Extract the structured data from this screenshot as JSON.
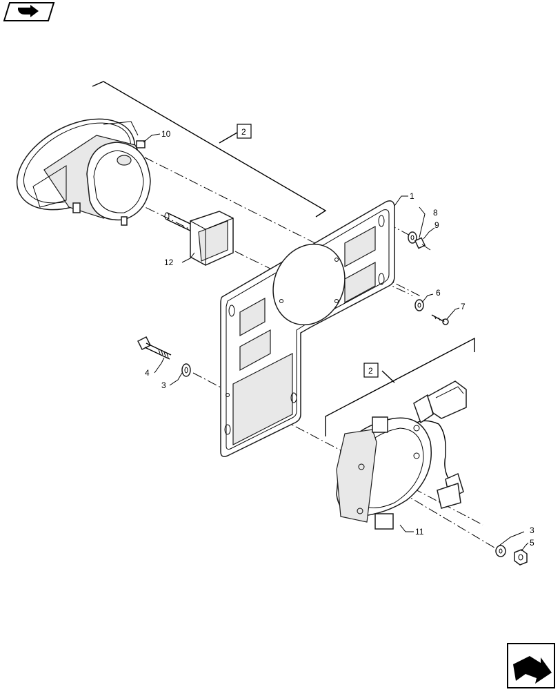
{
  "callouts": {
    "c1": "1",
    "c2_top": "2",
    "c2_bottom": "2",
    "c3_left": "3",
    "c3_right": "3",
    "c4": "4",
    "c5": "5",
    "c6": "6",
    "c7": "7",
    "c8": "8",
    "c9": "9",
    "c10": "10",
    "c11": "11",
    "c12": "12"
  },
  "icons": {
    "top_left": "book-arrow-icon",
    "bottom_right": "next-page-arrow-icon"
  }
}
